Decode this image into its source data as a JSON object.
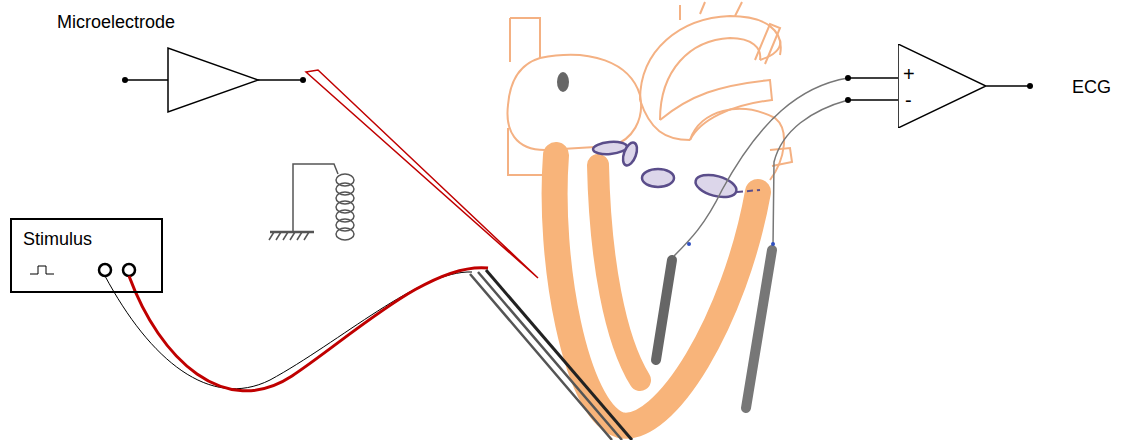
{
  "diagram": {
    "nodes": [
      {
        "text": [
          "+",
          "-"
        ]
      },
      {
        "text": [
          "Stimulus"
        ]
      }
    ],
    "labels": [
      "Microelectrode",
      "ECG"
    ]
  }
}
